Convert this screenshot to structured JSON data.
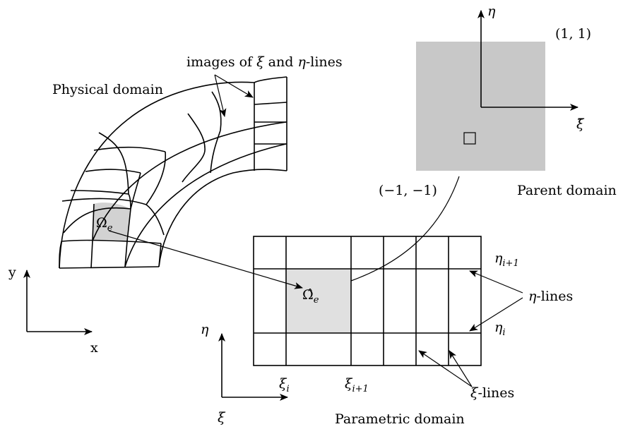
{
  "colors": {
    "parent_fill": "#c8c8c8",
    "element_fill": "#d2d2d2",
    "param_element_fill": "#e0e0e0",
    "ink": "#000000"
  },
  "labels": {
    "images_of": "images of",
    "xi_sym": "ξ",
    "and": "and",
    "eta_sym": "η",
    "lines_suffix": "-lines",
    "physical_domain": "Physical domain",
    "omega_e": "Ω",
    "omega_sub": "e",
    "omega_hat": "Ω̂",
    "y_axis": "y",
    "x_axis": "x",
    "parent_eta": "η",
    "parent_xi_bar": "ξ̄",
    "corner_top": "(1, 1)",
    "corner_bottom": "(−1, −1)",
    "parent_domain": "Parent domain",
    "eta_i1": "η",
    "eta_i1_sub": "i+1",
    "eta_i": "η",
    "eta_i_sub": "i",
    "eta_lines": "-lines",
    "xi_i": "ξ",
    "xi_i_sub": "i",
    "xi_i1": "ξ",
    "xi_i1_sub": "i+1",
    "xi_lines": "-lines",
    "param_eta_axis": "η",
    "param_xi_axis": "ξ",
    "parametric_domain": "Parametric domain"
  }
}
